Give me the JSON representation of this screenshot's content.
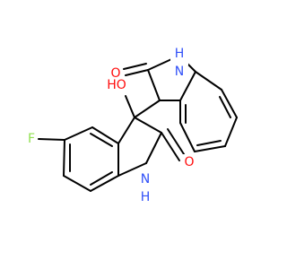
{
  "colors": {
    "carbon_bond": "#000000",
    "oxygen": "#ff0d0d",
    "nitrogen": "#3050f8",
    "fluorine": "#90e050",
    "background": "#ffffff"
  },
  "atoms": {
    "upper_nh": "N",
    "upper_nh_h": "H",
    "upper_carbonyl_o": "O",
    "hydroxyl": "HO",
    "fluorine": "F",
    "lower_carbonyl_o": "O",
    "lower_nh": "N",
    "lower_nh_h": "H"
  }
}
